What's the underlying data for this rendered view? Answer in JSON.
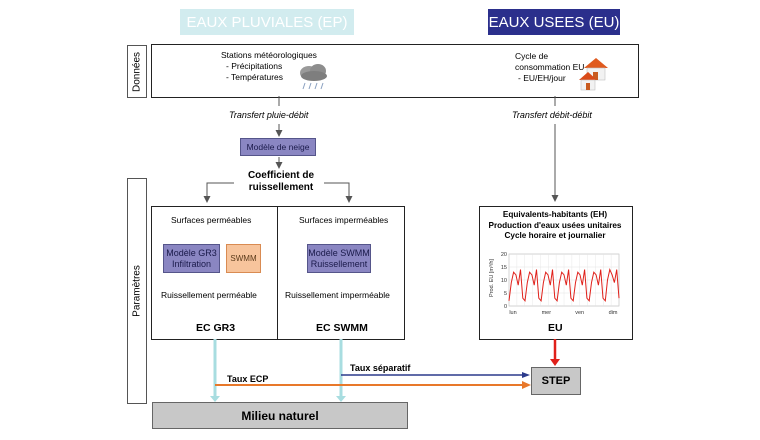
{
  "headers": {
    "ep": "EAUX PLUVIALES (EP)",
    "eu": "EAUX USEES (EU)"
  },
  "side_labels": {
    "donnees": "Données",
    "parametres": "Paramètres"
  },
  "donnees": {
    "stations_title": "Stations météorologiques",
    "stations_items": [
      "- Précipitations",
      "- Températures"
    ],
    "cycle_lines": [
      "Cycle de",
      "consommation EU",
      "- EU/EH/jour"
    ]
  },
  "transfers": {
    "pluie_debit": "Transfert pluie-débit",
    "debit_debit": "Transfert débit-débit"
  },
  "neige": "Modèle de neige",
  "coefficient": [
    "Coefficient de",
    "ruissellement"
  ],
  "permeable": {
    "title": "Surfaces perméables",
    "gr3_lines": [
      "Modèle GR3",
      "Infiltration"
    ],
    "swmm": "SWMM",
    "ruissellement": "Ruissellement perméable",
    "label": "EC GR3"
  },
  "impermeable": {
    "title": "Surfaces imperméables",
    "swmm_lines": [
      "Modèle SWMM",
      "Ruissellement"
    ],
    "ruissellement": "Ruissellement imperméable",
    "label": "EC SWMM"
  },
  "eu_box": {
    "lines": [
      "Equivalents-habitants (EH)",
      "Production  d'eaux usées unitaires",
      "Cycle horaire et journalier"
    ],
    "label": "EU"
  },
  "flows": {
    "taux_ecp": "Taux ECP",
    "taux_separatif": "Taux séparatif"
  },
  "step": "STEP",
  "milieu": "Milieu naturel",
  "colors": {
    "ep_header": "#d2ecef",
    "eu_header": "#2b2f8c",
    "ecp_arrow": "#e8782a",
    "separatif_arrow": "#2b3a8c",
    "eu_arrow": "#e0201a",
    "pluvial_arrow": "#a8dde0"
  },
  "chart_data": {
    "type": "line",
    "xlabel": "",
    "ylabel": "Prod. EU [m³/h]",
    "categories": [
      "lun",
      "mer",
      "ven",
      "dim"
    ],
    "ylim": [
      0,
      20
    ],
    "yticks": [
      0,
      5,
      10,
      15,
      20
    ],
    "grid": true,
    "series": [
      {
        "values": [
          2,
          9,
          13,
          12,
          8,
          14,
          3,
          2,
          9,
          13,
          12,
          8,
          14,
          3,
          2,
          9,
          13,
          12,
          8,
          14,
          3,
          2,
          9,
          13,
          12,
          8,
          14,
          3,
          2,
          9,
          13,
          12,
          8,
          14,
          3,
          2,
          9,
          13,
          12,
          8,
          14,
          3,
          2,
          10,
          14,
          12,
          9,
          14,
          3
        ]
      }
    ]
  }
}
